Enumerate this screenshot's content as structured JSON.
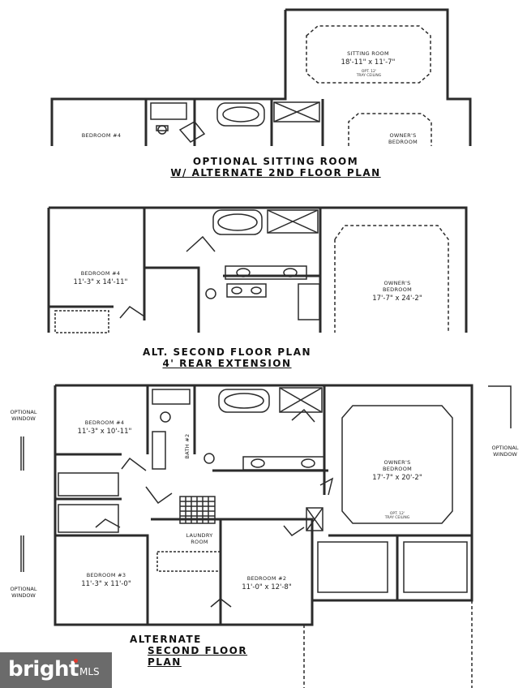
{
  "captions": {
    "top_line1": "OPTIONAL SITTING ROOM",
    "top_line2": "W/ ALTERNATE 2ND FLOOR PLAN",
    "mid_line1": "ALT. SECOND FLOOR PLAN",
    "mid_line2": "4' REAR EXTENSION",
    "bottom_line1": "ALTERNATE",
    "bottom_line2": "SECOND FLOOR PLAN"
  },
  "plan1": {
    "sitting_room_name": "SITTING ROOM",
    "sitting_room_dims": "18'-11\" x 11'-7\"",
    "sitting_room_note1": "OPT. 12'",
    "sitting_room_note2": "TRAY CEILING",
    "bedroom4_name": "BEDROOM #4",
    "owners_name1": "OWNER'S",
    "owners_name2": "BEDROOM"
  },
  "plan2": {
    "bedroom4_name": "BEDROOM #4",
    "bedroom4_dims": "11'-3\" x 14'-11\"",
    "owners_name1": "OWNER'S",
    "owners_name2": "BEDROOM",
    "owners_dims": "17'-7\" x 24'-2\""
  },
  "plan3": {
    "bedroom4_name": "BEDROOM #4",
    "bedroom4_dims": "11'-3\" x 10'-11\"",
    "bath2_name": "BATH #2",
    "owners_name1": "OWNER'S",
    "owners_name2": "BEDROOM",
    "owners_dims": "17'-7\" x 20'-2\"",
    "owners_note1": "OPT. 12'",
    "owners_note2": "TRAY CEILING",
    "laundry_name1": "LAUNDRY",
    "laundry_name2": "ROOM",
    "bedroom3_name": "BEDROOM #3",
    "bedroom3_dims": "11'-3\" x 11'-0\"",
    "bedroom2_name": "BEDROOM #2",
    "bedroom2_dims": "11'-0\" x 12'-8\"",
    "opt_window_left_top1": "OPTIONAL",
    "opt_window_left_top2": "WINDOW",
    "opt_window_right1": "OPTIONAL",
    "opt_window_right2": "WINDOW",
    "opt_window_left_bottom1": "OPTIONAL",
    "opt_window_left_bottom2": "WINDOW"
  },
  "brand": {
    "logo_text": "bright",
    "mls_text": "MLS"
  },
  "colors": {
    "wall": "#2b2b2b",
    "brand_bg": "#6b6b6b",
    "brand_accent": "#e23a2e"
  }
}
